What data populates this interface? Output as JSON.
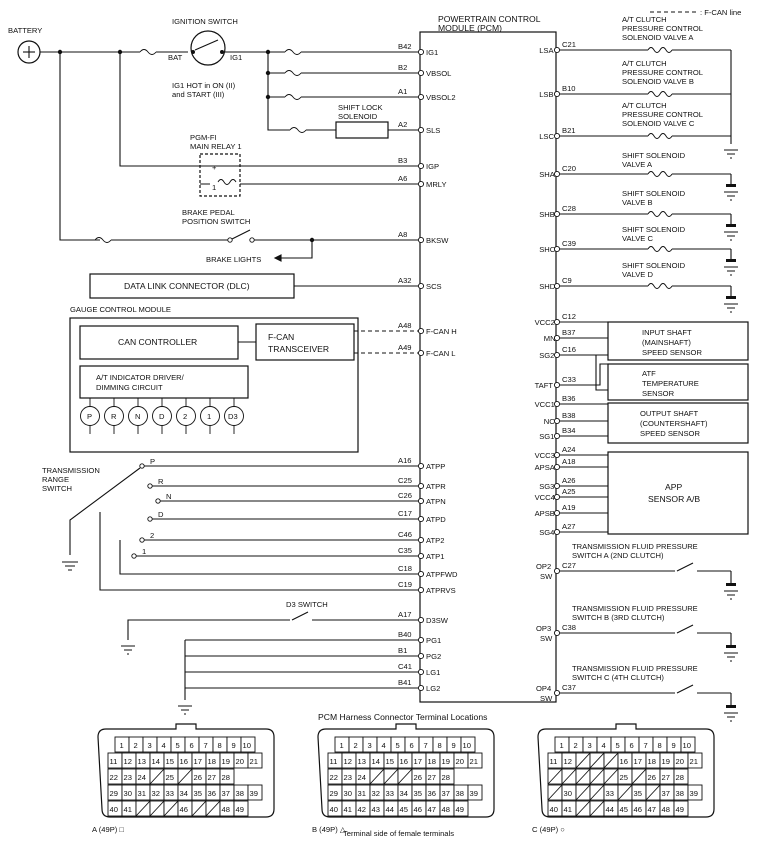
{
  "legend": {
    "fcan_line": ": F-CAN line"
  },
  "pcm": {
    "title_line1": "POWERTRAIN CONTROL",
    "title_line2": "MODULE (PCM)",
    "left_terminals": [
      {
        "pin": "B42",
        "name": "IG1"
      },
      {
        "pin": "B2",
        "name": "VBSOL"
      },
      {
        "pin": "A1",
        "name": "VBSOL2"
      },
      {
        "pin": "A2",
        "name": "SLS"
      },
      {
        "pin": "B3",
        "name": "IGP"
      },
      {
        "pin": "A6",
        "name": "MRLY"
      },
      {
        "pin": "A8",
        "name": "BKSW"
      },
      {
        "pin": "A32",
        "name": "SCS"
      },
      {
        "pin": "A48",
        "name": "F-CAN H"
      },
      {
        "pin": "A49",
        "name": "F-CAN L"
      },
      {
        "pin": "A16",
        "name": "ATPP"
      },
      {
        "pin": "C25",
        "name": "ATPR"
      },
      {
        "pin": "C26",
        "name": "ATPN"
      },
      {
        "pin": "C17",
        "name": "ATPD"
      },
      {
        "pin": "C46",
        "name": "ATP2"
      },
      {
        "pin": "C35",
        "name": "ATP1"
      },
      {
        "pin": "C18",
        "name": "ATPFWD"
      },
      {
        "pin": "C19",
        "name": "ATPRVS"
      },
      {
        "pin": "A17",
        "name": "D3SW"
      },
      {
        "pin": "B40",
        "name": "PG1"
      },
      {
        "pin": "B1",
        "name": "PG2"
      },
      {
        "pin": "C41",
        "name": "LG1"
      },
      {
        "pin": "B41",
        "name": "LG2"
      }
    ],
    "right_terminals": [
      {
        "pin": "C21",
        "name": "LSA"
      },
      {
        "pin": "B10",
        "name": "LSB"
      },
      {
        "pin": "B21",
        "name": "LSC"
      },
      {
        "pin": "C20",
        "name": "SHA"
      },
      {
        "pin": "C28",
        "name": "SHB"
      },
      {
        "pin": "C39",
        "name": "SHC"
      },
      {
        "pin": "C9",
        "name": "SHD"
      },
      {
        "pin": "C12",
        "name": "VCC2"
      },
      {
        "pin": "B37",
        "name": "MN"
      },
      {
        "pin": "C16",
        "name": "SG2"
      },
      {
        "pin": "C33",
        "name": "TAFT"
      },
      {
        "pin": "B36",
        "name": "VCC1"
      },
      {
        "pin": "B38",
        "name": "NC"
      },
      {
        "pin": "B34",
        "name": "SG1"
      },
      {
        "pin": "A24",
        "name": "VCC3"
      },
      {
        "pin": "A18",
        "name": "APSA"
      },
      {
        "pin": "A26",
        "name": "SG3"
      },
      {
        "pin": "A25",
        "name": "VCC4"
      },
      {
        "pin": "A19",
        "name": "APSB"
      },
      {
        "pin": "A27",
        "name": "SG4"
      },
      {
        "pin": "C27",
        "name": "OP2 SW"
      },
      {
        "pin": "C38",
        "name": "OP3 SW"
      },
      {
        "pin": "C37",
        "name": "OP4 SW"
      }
    ]
  },
  "battery": {
    "label": "BATTERY"
  },
  "ignition_switch": {
    "label": "IGNITION SWITCH",
    "bat": "BAT",
    "ig1": "IG1",
    "note_line1": "IG1 HOT in ON (II)",
    "note_line2": "and START (III)"
  },
  "shift_lock": {
    "line1": "SHIFT LOCK",
    "line2": "SOLENOID"
  },
  "main_relay": {
    "line1": "PGM-FI",
    "line2": "MAIN RELAY 1",
    "pin_plus": "+",
    "pin_minus": "-",
    "pin_1": "1"
  },
  "brake": {
    "switch_line1": "BRAKE PEDAL",
    "switch_line2": "POSITION SWITCH",
    "lights": "BRAKE LIGHTS"
  },
  "dlc": {
    "label": "DATA LINK CONNECTOR (DLC)"
  },
  "gauge": {
    "title": "GAUGE CONTROL MODULE",
    "can_controller": "CAN CONTROLLER",
    "transceiver_line1": "F-CAN",
    "transceiver_line2": "TRANSCEIVER",
    "indicator_line1": "A/T INDICATOR DRIVER/",
    "indicator_line2": "DIMMING CIRCUIT",
    "indicators": [
      "P",
      "R",
      "N",
      "D",
      "2",
      "1",
      "D3"
    ]
  },
  "range_switch": {
    "line1": "TRANSMISSION",
    "line2": "RANGE",
    "line3": "SWITCH",
    "positions": [
      "P",
      "R",
      "N",
      "D",
      "2",
      "1"
    ]
  },
  "d3_switch": {
    "label": "D3 SWITCH"
  },
  "valves": [
    {
      "line1": "A/T CLUTCH",
      "line2": "PRESSURE CONTROL",
      "line3": "SOLENOID VALVE A"
    },
    {
      "line1": "A/T CLUTCH",
      "line2": "PRESSURE CONTROL",
      "line3": "SOLENOID VALVE B"
    },
    {
      "line1": "A/T CLUTCH",
      "line2": "PRESSURE CONTROL",
      "line3": "SOLENOID VALVE C"
    },
    {
      "line1": "SHIFT SOLENOID",
      "line2": "VALVE A"
    },
    {
      "line1": "SHIFT SOLENOID",
      "line2": "VALVE B"
    },
    {
      "line1": "SHIFT SOLENOID",
      "line2": "VALVE C"
    },
    {
      "line1": "SHIFT SOLENOID",
      "line2": "VALVE D"
    }
  ],
  "sensors": {
    "input_shaft": [
      "INPUT SHAFT",
      "(MAINSHAFT)",
      "SPEED SENSOR"
    ],
    "atf_temp": [
      "ATF",
      "TEMPERATURE",
      "SENSOR"
    ],
    "output_shaft": [
      "OUTPUT SHAFT",
      "(COUNTERSHAFT)",
      "SPEED SENSOR"
    ],
    "app": [
      "APP",
      "SENSOR A/B"
    ]
  },
  "pressure_switches": [
    {
      "line1": "TRANSMISSION FLUID PRESSURE",
      "line2": "SWITCH A (2ND CLUTCH)"
    },
    {
      "line1": "TRANSMISSION FLUID PRESSURE",
      "line2": "SWITCH B (3RD CLUTCH)"
    },
    {
      "line1": "TRANSMISSION FLUID PRESSURE",
      "line2": "SWITCH C (4TH CLUTCH)"
    }
  ],
  "connectors": {
    "title": "PCM Harness Connector Terminal Locations",
    "footer": "Terminal side of female terminals",
    "items": [
      {
        "label": "A (49P) □",
        "rows": [
          [
            "1",
            "2",
            "3",
            "4",
            "5",
            "6",
            "7",
            "8",
            "9",
            "10"
          ],
          [
            "11",
            "12",
            "13",
            "14",
            "15",
            "16",
            "17",
            "18",
            "19",
            "20",
            "21"
          ],
          [
            "22",
            "23",
            "24",
            "",
            "25",
            "",
            "26",
            "27",
            "28"
          ],
          [
            "29",
            "30",
            "31",
            "32",
            "33",
            "34",
            "35",
            "36",
            "37",
            "38",
            "39"
          ],
          [
            "40",
            "41",
            "",
            "",
            "",
            "46",
            "",
            "",
            "48",
            "49"
          ]
        ]
      },
      {
        "label": "B (49P) △",
        "rows": [
          [
            "1",
            "2",
            "3",
            "4",
            "5",
            "6",
            "7",
            "8",
            "9",
            "10"
          ],
          [
            "11",
            "12",
            "13",
            "14",
            "15",
            "16",
            "17",
            "18",
            "19",
            "20",
            "21"
          ],
          [
            "22",
            "23",
            "24",
            "",
            "",
            "",
            "26",
            "27",
            "28"
          ],
          [
            "29",
            "30",
            "31",
            "32",
            "33",
            "34",
            "35",
            "36",
            "37",
            "38",
            "39"
          ],
          [
            "40",
            "41",
            "42",
            "43",
            "44",
            "45",
            "46",
            "47",
            "48",
            "49"
          ]
        ]
      },
      {
        "label": "C (49P) ○",
        "rows": [
          [
            "1",
            "2",
            "3",
            "4",
            "5",
            "6",
            "7",
            "8",
            "9",
            "10"
          ],
          [
            "11",
            "12",
            "",
            "",
            "",
            "16",
            "17",
            "18",
            "19",
            "20",
            "21"
          ],
          [
            "",
            "",
            "",
            "",
            "",
            "25",
            "",
            "26",
            "27",
            "28"
          ],
          [
            "",
            "30",
            "",
            "",
            "33",
            "",
            "35",
            "",
            "37",
            "38",
            "39"
          ],
          [
            "40",
            "41",
            "",
            "",
            "44",
            "45",
            "46",
            "47",
            "48",
            "49"
          ]
        ]
      }
    ]
  }
}
